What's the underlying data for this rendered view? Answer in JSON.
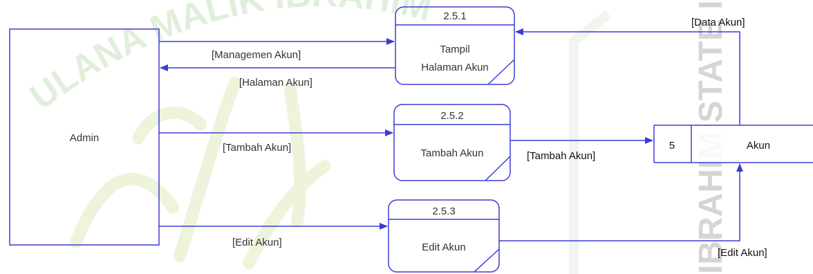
{
  "watermark": {
    "arc_text": "ULANA MALIK IBRAHIM",
    "vertical_text": "IBRAHIM STATE ISL",
    "color": "#b9dcb0"
  },
  "colors": {
    "line": "#3b3bd6",
    "entity_border": "#3b3bd6",
    "store_border": "#3b3bd6",
    "text": "#333333"
  },
  "entity": {
    "label": "Admin"
  },
  "processes": [
    {
      "id": "2.5.1",
      "name_line1": "Tampil",
      "name_line2": "Halaman Akun"
    },
    {
      "id": "2.5.2",
      "name_line1": "Tambah Akun",
      "name_line2": ""
    },
    {
      "id": "2.5.3",
      "name_line1": "Edit Akun",
      "name_line2": ""
    }
  ],
  "data_store": {
    "number": "5",
    "name": "Akun"
  },
  "flows": {
    "managemen": "[Managemen Akun]",
    "halaman": "[Halaman Akun]",
    "tambah_in": "[Tambah Akun]",
    "tambah_out": "[Tambah Akun]",
    "edit_in": "[Edit Akun]",
    "edit_out": "[Edit Akun]",
    "data_akun": "[Data Akun]"
  }
}
